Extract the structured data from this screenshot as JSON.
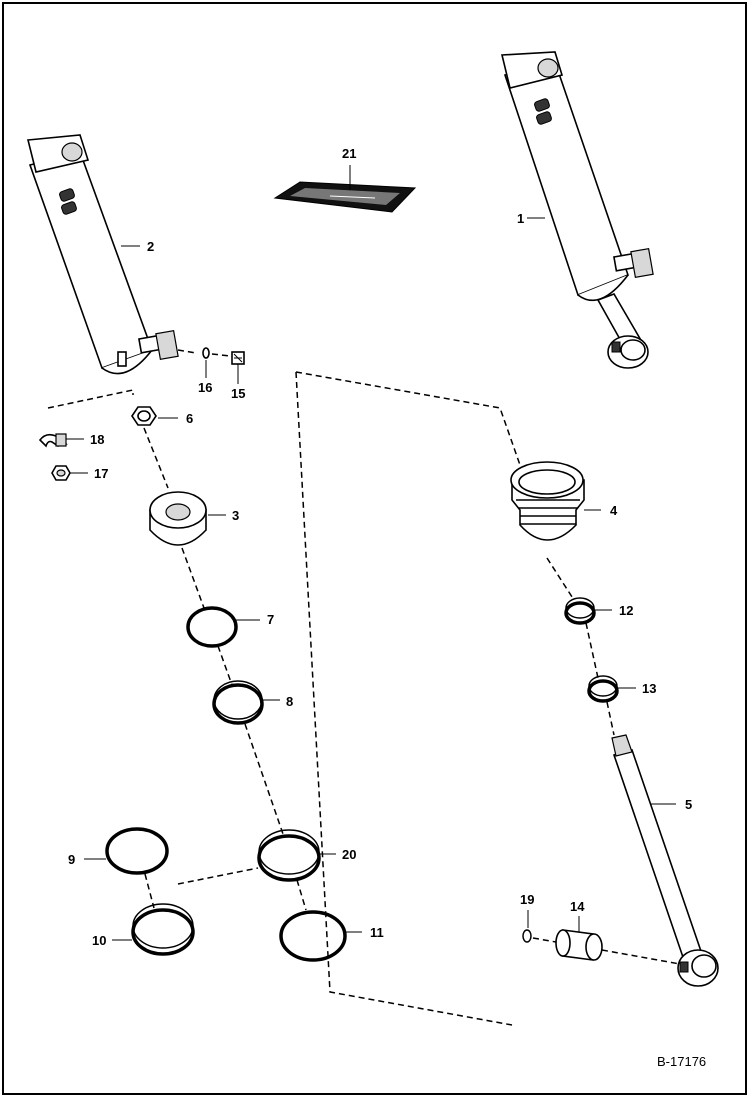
{
  "diagram": {
    "reference_code": "B-17176",
    "callouts": {
      "c1": "1",
      "c2": "2",
      "c3": "3",
      "c4": "4",
      "c5": "5",
      "c6": "6",
      "c7": "7",
      "c8": "8",
      "c9": "9",
      "c10": "10",
      "c11": "11",
      "c12": "12",
      "c13": "13",
      "c14": "14",
      "c15": "15",
      "c16": "16",
      "c17": "17",
      "c18": "18",
      "c19": "19",
      "c20": "20",
      "c21": "21"
    }
  }
}
